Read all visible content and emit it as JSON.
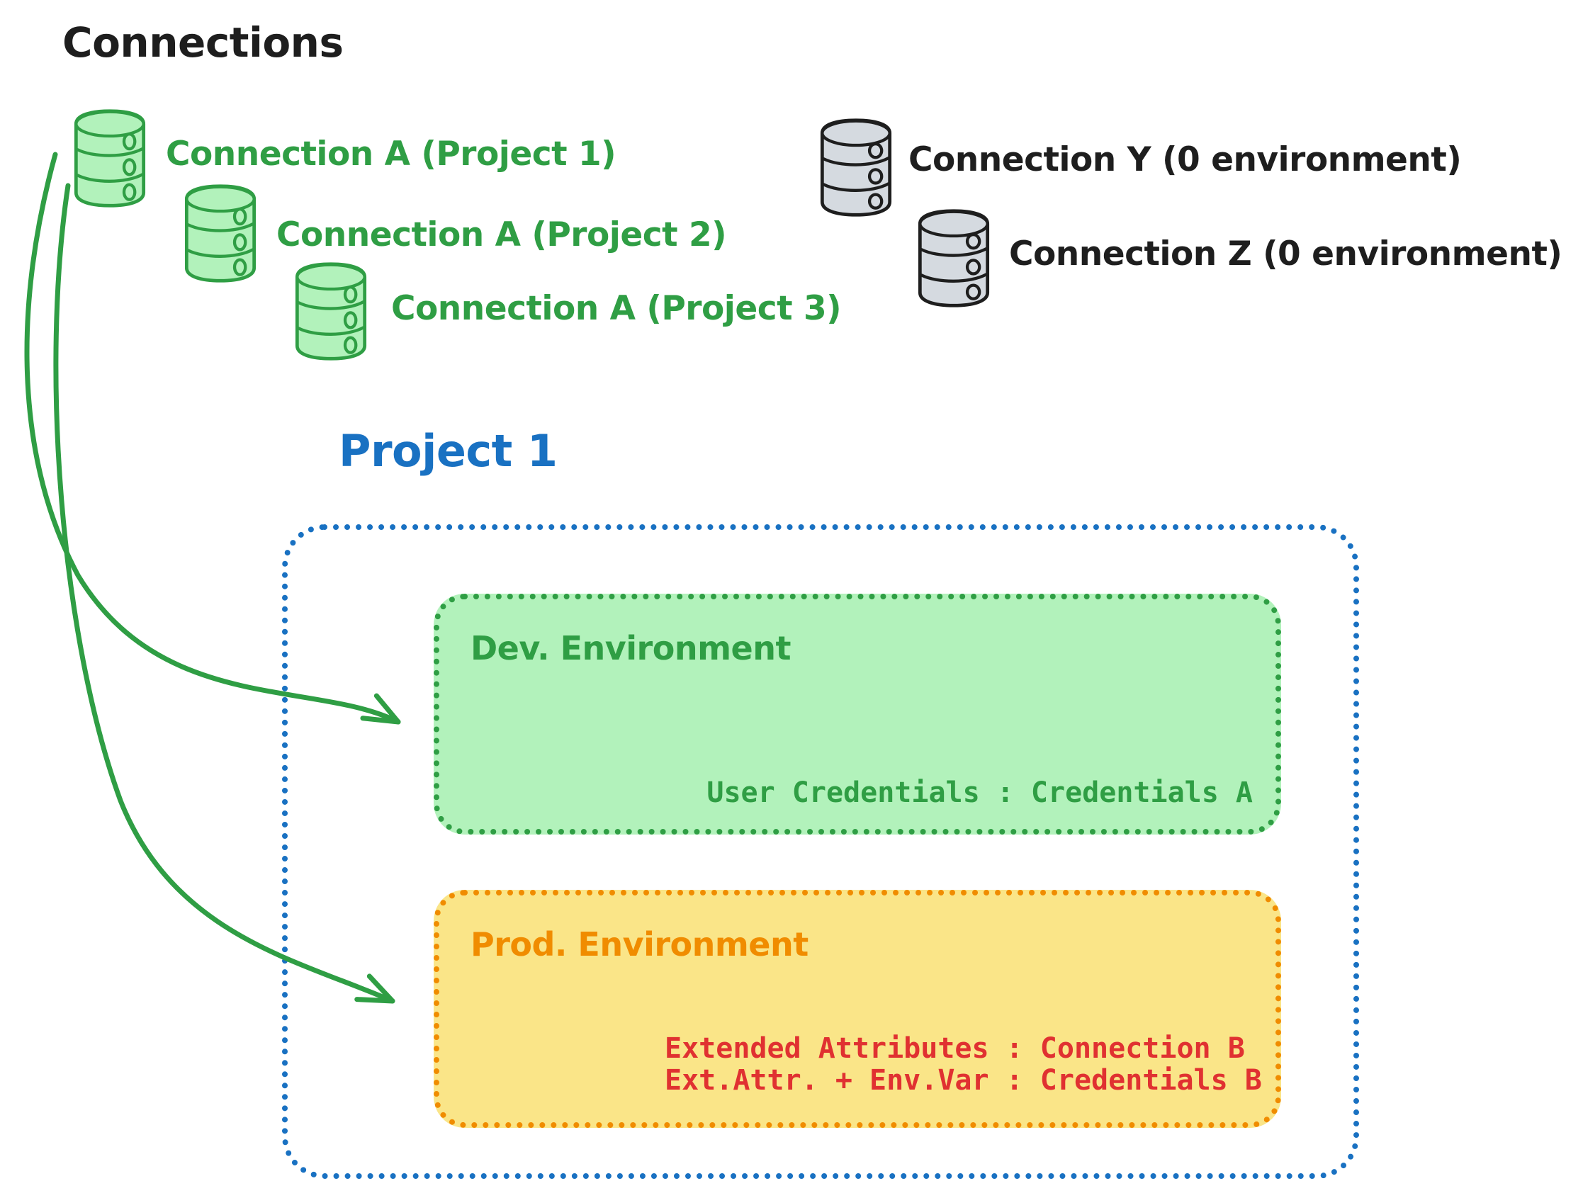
{
  "title": "Connections",
  "connection_groups": {
    "project_connections": [
      {
        "label": "Connection A (Project 1)"
      },
      {
        "label": "Connection A (Project 2)"
      },
      {
        "label": "Connection A (Project 3)"
      }
    ],
    "unassigned_connections": [
      {
        "label": "Connection Y (0 environment)"
      },
      {
        "label": "Connection Z (0 environment)"
      }
    ]
  },
  "project": {
    "title": "Project 1",
    "environments": {
      "dev": {
        "title": "Dev. Environment",
        "credentials_line": "User Credentials : Credentials A"
      },
      "prod": {
        "title": "Prod. Environment",
        "lines": [
          "Extended Attributes : Connection B",
          "Ext.Attr. + Env.Var : Credentials B"
        ]
      }
    }
  },
  "colors": {
    "green-stroke": "#2f9e44",
    "green-fill": "#b2f2bb",
    "gray-fill": "#d5dae0",
    "ink": "#1e1e1e",
    "blue": "#1971c2",
    "orange": "#f08c00",
    "yellow-fill": "#fae588",
    "red": "#e03131",
    "bg": "#ffffff"
  }
}
